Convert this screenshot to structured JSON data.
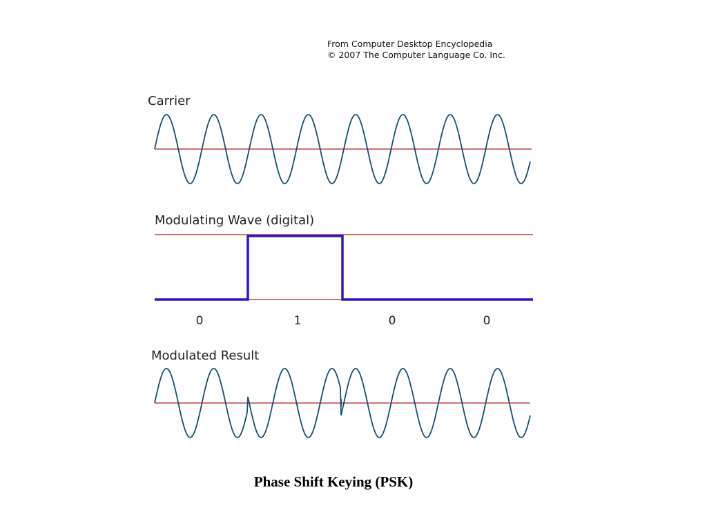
{
  "credit": {
    "line1": "From Computer Desktop Encyclopedia",
    "line2": "© 2007 The Computer Language Co. Inc."
  },
  "panels": {
    "carrier": {
      "label": "Carrier"
    },
    "modulating": {
      "label": "Modulating Wave (digital)"
    },
    "result": {
      "label": "Modulated Result"
    }
  },
  "bits": [
    "0",
    "1",
    "0",
    "0"
  ],
  "caption": "Phase Shift Keying (PSK)",
  "colors": {
    "wave": "#14506e",
    "baseline": "#b02020",
    "digital": "#2a18c8",
    "text": "#222222"
  }
}
